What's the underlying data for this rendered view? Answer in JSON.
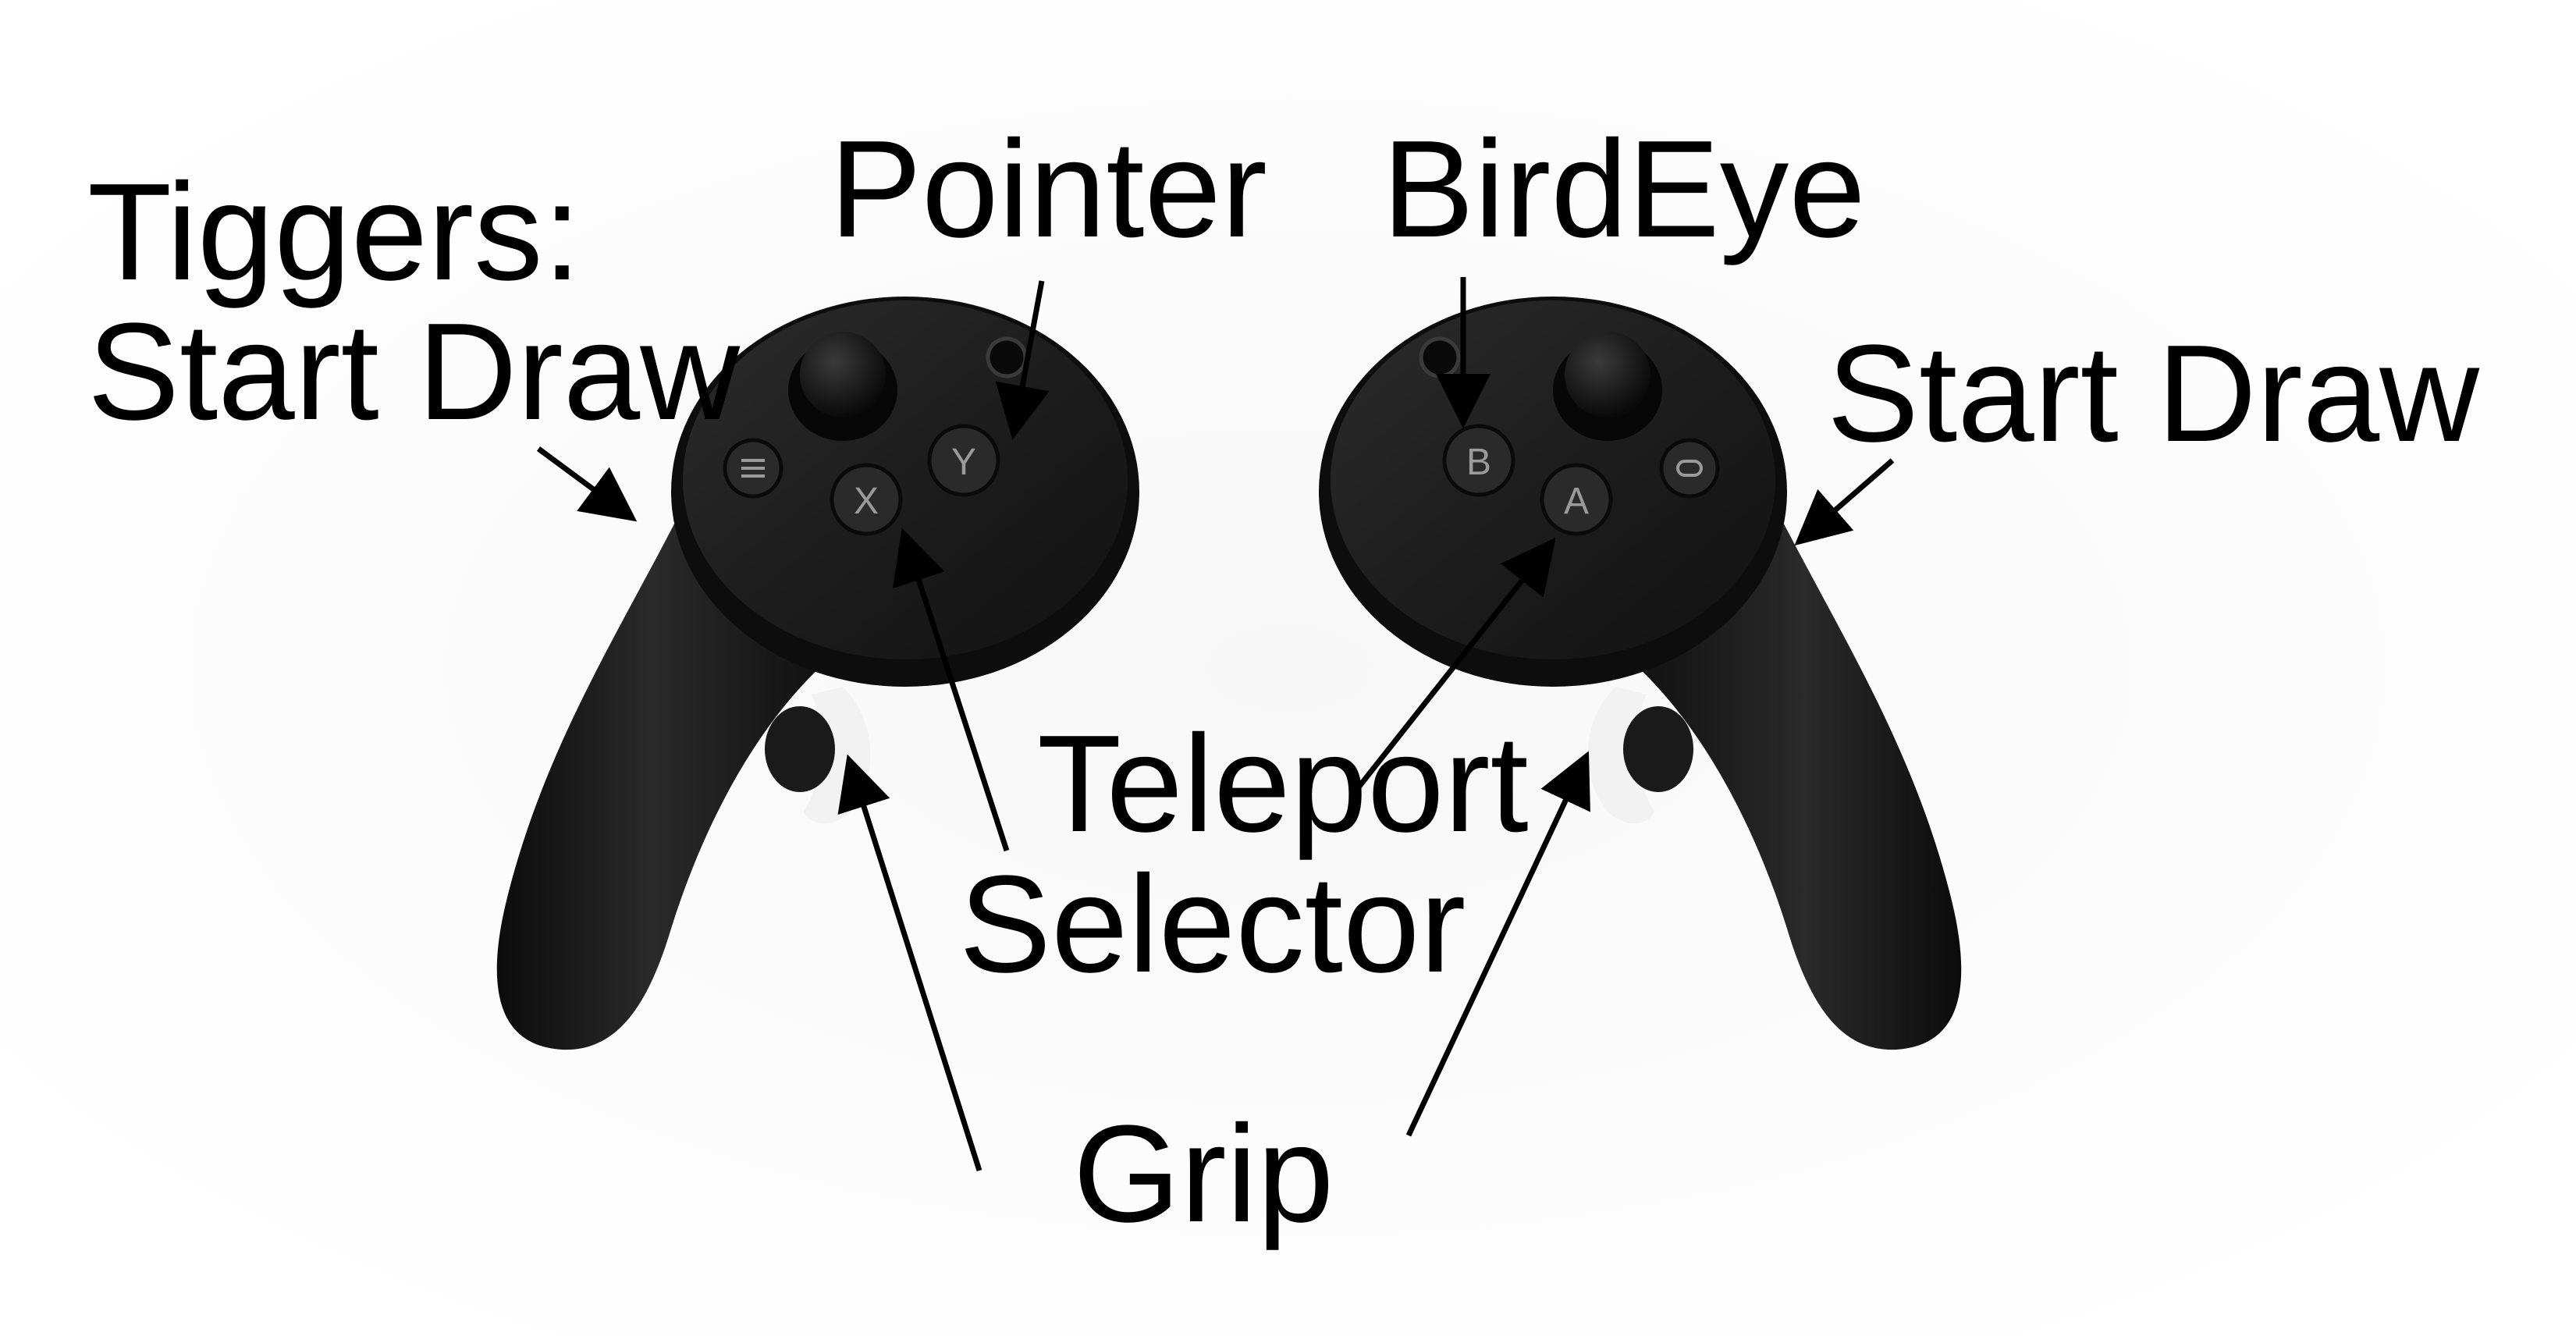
{
  "labels": {
    "triggers_left_line1": "Tiggers:",
    "triggers_left_line2": "Start Draw",
    "pointer": "Pointer",
    "birdeye": "BirdEye",
    "start_draw_right": "Start Draw",
    "teleport": "Teleport",
    "selector": "Selector",
    "grip": "Grip"
  },
  "buttons": {
    "left_x": "X",
    "left_y": "Y",
    "right_a": "A",
    "right_b": "B"
  },
  "colors": {
    "controller_body": "#141414",
    "ring_face": "#1c1c1c",
    "button": "#2a2a2a",
    "button_glyph": "#9a9a9a",
    "grip_highlight": "#f2f2f2",
    "arrow": "#000000",
    "label_text": "#000000"
  }
}
